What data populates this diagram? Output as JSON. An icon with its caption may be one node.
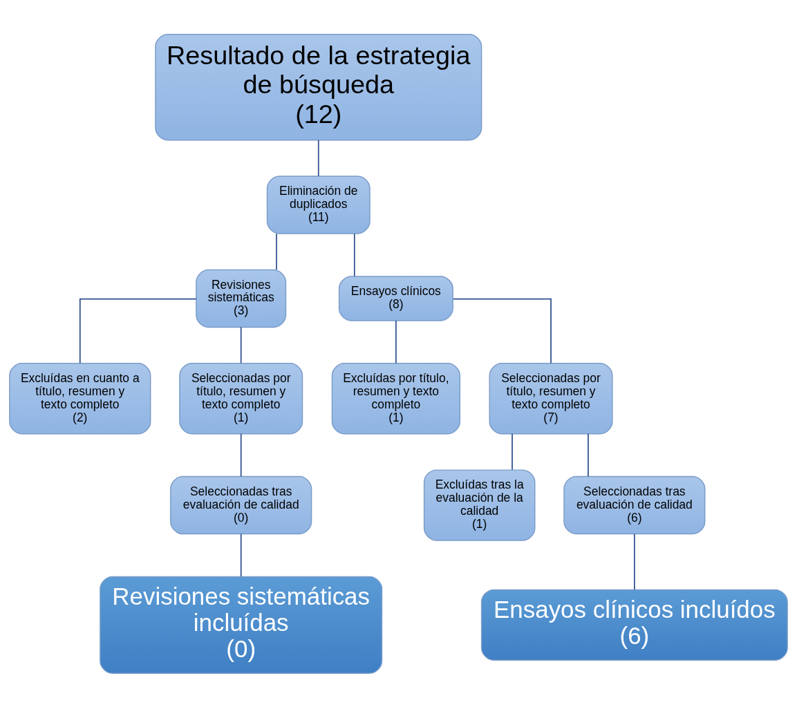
{
  "diagram": {
    "nodes": [
      {
        "text": [
          "Resultado de la estrategia de búsqueda",
          "(12)"
        ]
      },
      {
        "text": [
          "Eliminación de duplicados",
          "(11)"
        ]
      },
      {
        "text": [
          "Revisiones sistemáticas",
          "(3)"
        ]
      },
      {
        "text": [
          "Ensayos clínicos",
          "(8)"
        ]
      },
      {
        "text": [
          "Excluídas en cuanto a título, resumen y texto completo",
          "(2)"
        ]
      },
      {
        "text": [
          "Seleccionadas por título, resumen y texto completo",
          "(1)"
        ]
      },
      {
        "text": [
          "Excluídas por título, resumen y texto completo",
          "(1)"
        ]
      },
      {
        "text": [
          "Seleccionadas por título, resumen y texto completo",
          "(7)"
        ]
      },
      {
        "text": [
          "Seleccionadas tras evaluación de calidad",
          "(0)"
        ]
      },
      {
        "text": [
          "Excluídas tras la evaluación de la calidad",
          "(1)"
        ]
      },
      {
        "text": [
          "Seleccionadas tras evaluación de calidad",
          "(6)"
        ]
      },
      {
        "text": [
          "Revisiones sistemáticas incluídas",
          "(0)"
        ]
      },
      {
        "text": [
          "Ensayos clínicos incluídos",
          "(6)"
        ]
      }
    ],
    "edges": [
      {
        "from": 0,
        "to": 1,
        "arrow": "none"
      },
      {
        "from": 1,
        "to": 2,
        "arrow": "none"
      },
      {
        "from": 1,
        "to": 3,
        "arrow": "none"
      },
      {
        "from": 2,
        "to": 4,
        "arrow": "none"
      },
      {
        "from": 2,
        "to": 5,
        "arrow": "none"
      },
      {
        "from": 3,
        "to": 6,
        "arrow": "none"
      },
      {
        "from": 3,
        "to": 7,
        "arrow": "none"
      },
      {
        "from": 5,
        "to": 8,
        "arrow": "none"
      },
      {
        "from": 7,
        "to": 9,
        "arrow": "none"
      },
      {
        "from": 7,
        "to": 10,
        "arrow": "none"
      },
      {
        "from": 8,
        "to": 11,
        "arrow": "none"
      },
      {
        "from": 10,
        "to": 12,
        "arrow": "none"
      }
    ]
  }
}
